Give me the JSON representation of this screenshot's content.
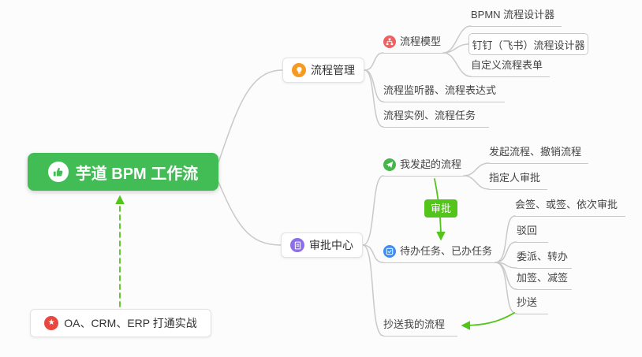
{
  "colors": {
    "canvas_bg": "#fcfcfc",
    "root_bg": "#42bd55",
    "line_gray": "#c9c9c9",
    "arrow_green": "#52c41a",
    "icon_orange": "#f59a23",
    "icon_red": "#e8483f",
    "icon_pink": "#ef6161",
    "icon_purple": "#8d6ee8",
    "icon_green": "#45b649",
    "icon_blue": "#3d8df5",
    "text_dark": "#333333",
    "text_leaf": "#444444"
  },
  "icons": {
    "root": "thumbs-up-icon",
    "note": "star-icon",
    "star_glyph": "★",
    "process_mgmt": "lightbulb-icon",
    "process_model": "sitemap-icon",
    "approval_center": "document-icon",
    "my_initiated": "paper-plane-icon",
    "todo_done": "checklist-icon"
  },
  "nodes": {
    "root": {
      "label": "芋道 BPM 工作流"
    },
    "note": {
      "label": "OA、CRM、ERP 打通实战"
    },
    "process_mgmt": {
      "label": "流程管理"
    },
    "process_model": {
      "label": "流程模型"
    },
    "bpmn_designer": {
      "label": "BPMN 流程设计器"
    },
    "dingtalk_designer": {
      "label": "钉钉（飞书）流程设计器"
    },
    "custom_form": {
      "label": "自定义流程表单"
    },
    "listener_expression": {
      "label": "流程监听器、流程表达式"
    },
    "instance_task": {
      "label": "流程实例、流程任务"
    },
    "approval_center": {
      "label": "审批中心"
    },
    "my_initiated": {
      "label": "我发起的流程"
    },
    "initiate_cancel": {
      "label": "发起流程、撤销流程"
    },
    "assigned_approval": {
      "label": "指定人审批"
    },
    "todo_done": {
      "label": "待办任务、已办任务"
    },
    "countersign": {
      "label": "会签、或签、依次审批"
    },
    "reject": {
      "label": "驳回"
    },
    "delegate_transfer": {
      "label": "委派、转办"
    },
    "add_reduce_sign": {
      "label": "加签、减签"
    },
    "cc": {
      "label": "抄送"
    },
    "cc_my_process": {
      "label": "抄送我的流程"
    }
  },
  "callout": {
    "label": "审批"
  }
}
